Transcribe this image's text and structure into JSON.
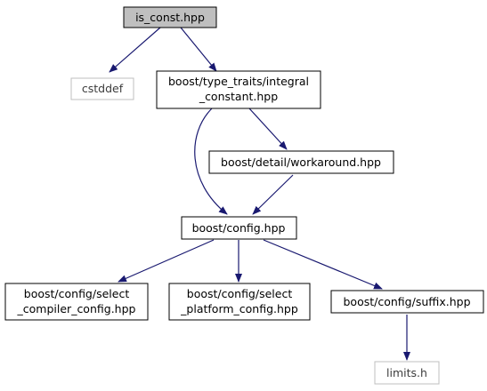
{
  "diagram": {
    "colors": {
      "background": "#ffffff",
      "root_fill": "#bfbfbf",
      "node_border": "#000000",
      "external_border": "#bfbfbf",
      "edge": "#191970"
    },
    "nodes": {
      "is_const": {
        "lines": [
          "is_const.hpp"
        ],
        "kind": "root"
      },
      "cstddef": {
        "lines": [
          "cstddef"
        ],
        "kind": "external"
      },
      "integral_constant": {
        "lines": [
          "boost/type_traits/integral",
          "_constant.hpp"
        ],
        "kind": "file"
      },
      "workaround": {
        "lines": [
          "boost/detail/workaround.hpp"
        ],
        "kind": "file"
      },
      "config": {
        "lines": [
          "boost/config.hpp"
        ],
        "kind": "file"
      },
      "select_compiler": {
        "lines": [
          "boost/config/select",
          "_compiler_config.hpp"
        ],
        "kind": "file"
      },
      "select_platform": {
        "lines": [
          "boost/config/select",
          "_platform_config.hpp"
        ],
        "kind": "file"
      },
      "suffix": {
        "lines": [
          "boost/config/suffix.hpp"
        ],
        "kind": "file"
      },
      "limits": {
        "lines": [
          "limits.h"
        ],
        "kind": "external"
      }
    },
    "edges": [
      {
        "from": "is_const",
        "to": "cstddef"
      },
      {
        "from": "is_const",
        "to": "integral_constant"
      },
      {
        "from": "integral_constant",
        "to": "workaround"
      },
      {
        "from": "integral_constant",
        "to": "config"
      },
      {
        "from": "workaround",
        "to": "config"
      },
      {
        "from": "config",
        "to": "select_compiler"
      },
      {
        "from": "config",
        "to": "select_platform"
      },
      {
        "from": "config",
        "to": "suffix"
      },
      {
        "from": "suffix",
        "to": "limits"
      }
    ]
  }
}
